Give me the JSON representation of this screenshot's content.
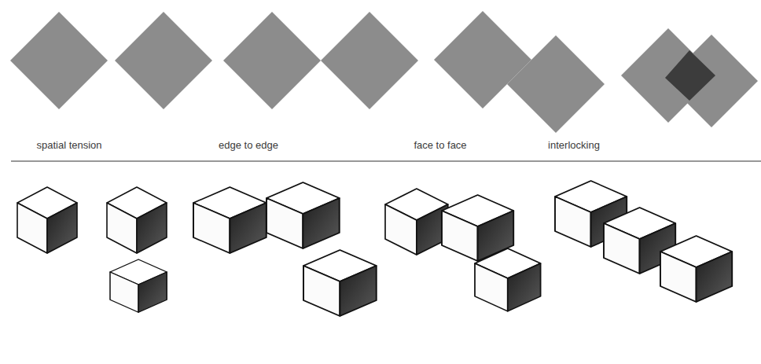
{
  "diagram": {
    "labels": [
      "spatial tension",
      "edge to edge",
      "face to face",
      "interlocking"
    ]
  }
}
